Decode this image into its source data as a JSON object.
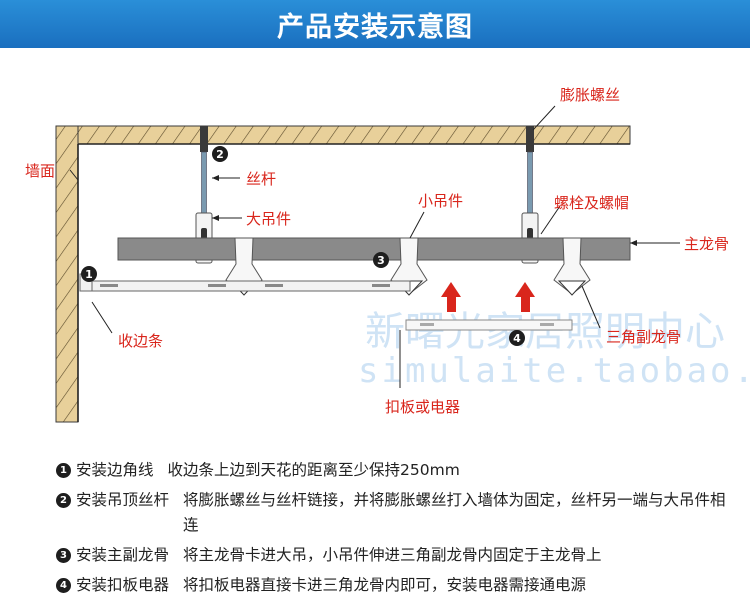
{
  "header": {
    "title": "产品安装示意图"
  },
  "labels": {
    "wall": "墙面",
    "expansion_bolt": "膨胀螺丝",
    "threaded_rod": "丝杆",
    "large_hanger": "大吊件",
    "small_hanger": "小吊件",
    "bolt_and_nut": "螺栓及螺帽",
    "main_keel": "主龙骨",
    "edge_strip": "收边条",
    "triangle_keel": "三角副龙骨",
    "panel_or_appliance": "扣板或电器"
  },
  "markers": [
    "1",
    "2",
    "3",
    "4"
  ],
  "watermark": {
    "cn": "新曙光家居照明中心",
    "en": "simulaite.taobao.com"
  },
  "colors": {
    "banner": "#1a6fbf",
    "label": "#d9261c",
    "arrow": "#d9261c",
    "keel": "#8a8a8a"
  },
  "notes": [
    {
      "num": "1",
      "title": "安装边角线",
      "desc": "收边条上边到天花的距离至少保持250mm"
    },
    {
      "num": "2",
      "title": "安装吊顶丝杆",
      "desc": "将膨胀螺丝与丝杆链接，并将膨胀螺丝打入墙体为固定，丝杆另一端与大吊件相连"
    },
    {
      "num": "3",
      "title": "安装主副龙骨",
      "desc": "将主龙骨卡进大吊，小吊件伸进三角副龙骨内固定于主龙骨上"
    },
    {
      "num": "4",
      "title": "安装扣板电器",
      "desc": "将扣板电器直接卡进三角龙骨内即可，安装电器需接通电源"
    }
  ]
}
